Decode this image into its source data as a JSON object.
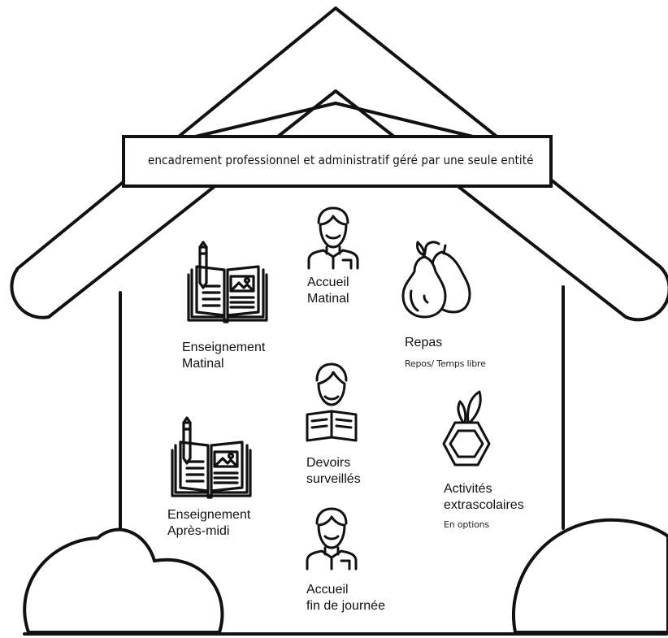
{
  "banner": {
    "text": "encadrement professionnel et administratif géré par une seule entité"
  },
  "items": {
    "enseignement_matinal": {
      "line1": "Enseignement",
      "line2": "Matinal",
      "icon": "book-pen-icon"
    },
    "accueil_matinal": {
      "line1": "Accueil",
      "line2": "Matinal",
      "icon": "person-icon"
    },
    "repas": {
      "title": "Repas",
      "subtitle": "Repos/ Temps libre",
      "icon": "pear-icon"
    },
    "devoirs": {
      "line1": "Devoirs",
      "line2": "surveillés",
      "icon": "reading-person-icon"
    },
    "activites": {
      "line1": "Activités",
      "line2": "extrascolaires",
      "subtitle": "En options",
      "icon": "plant-pot-icon"
    },
    "enseignement_apres_midi": {
      "line1": "Enseignement",
      "line2": "Après-midi",
      "icon": "book-pen-icon"
    },
    "accueil_fin": {
      "line1": "Accueil",
      "line2": "fin de journée",
      "icon": "person-icon"
    }
  },
  "colors": {
    "stroke": "#111111",
    "background": "#ffffff"
  }
}
